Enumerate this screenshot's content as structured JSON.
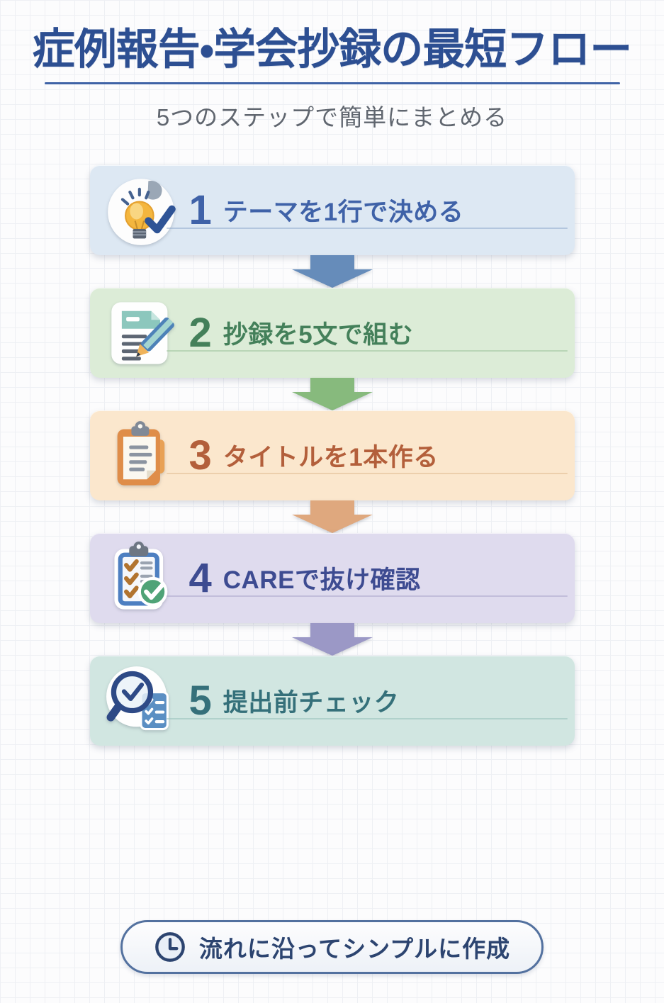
{
  "header": {
    "title": "症例報告・学会抄録の最短フロー",
    "subtitle": "5つのステップで簡単にまとめる"
  },
  "steps": [
    {
      "number": "1",
      "label": "テーマを1行で決める",
      "icon": "lightbulb-check-icon",
      "box_color": "#dde8f3",
      "text_color": "#3f62a8",
      "arrow_color": "#668cba"
    },
    {
      "number": "2",
      "label": "抄録を5文で組む",
      "icon": "document-pencil-icon",
      "box_color": "#dcecd7",
      "text_color": "#44805a",
      "arrow_color": "#87ba7d"
    },
    {
      "number": "3",
      "label": "タイトルを1本作る",
      "icon": "clipboard-notes-icon",
      "box_color": "#fbe7cd",
      "text_color": "#b35f3b",
      "arrow_color": "#dfa87e"
    },
    {
      "number": "4",
      "label": "CAREで抜け確認",
      "icon": "checklist-verified-icon",
      "box_color": "#dfdbee",
      "text_color": "#3d4b91",
      "arrow_color": "#9b98c6"
    },
    {
      "number": "5",
      "label": "提出前チェック",
      "icon": "magnifier-checklist-icon",
      "box_color": "#d1e6e1",
      "text_color": "#35707a",
      "arrow_color": null
    }
  ],
  "footer": {
    "note": "流れに沿ってシンプルに作成",
    "icon": "clock-icon",
    "accent_color": "#2c4470"
  }
}
